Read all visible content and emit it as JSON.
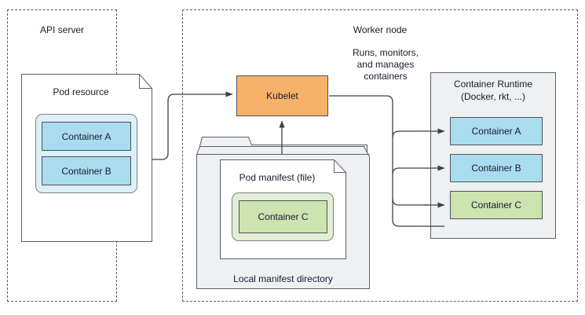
{
  "diagram": {
    "title": "Kubernetes static pod / kubelet diagram",
    "colors": {
      "pod_wrapper_blue": "#dcf0f8",
      "container_blue": "#a8dcee",
      "pod_wrapper_green": "#e2efd5",
      "container_green": "#cde3b0",
      "kubelet_orange": "#f7b26a",
      "panel_gray": "#eff0f2",
      "stroke_dark": "#4d5358",
      "stroke_dashed": "#555a66",
      "text": "#1a1a2e",
      "white": "#ffffff"
    },
    "zones": [
      {
        "id": "api-server",
        "label": "API server"
      },
      {
        "id": "worker-node",
        "label": "Worker node"
      }
    ],
    "api_server": {
      "pod_resource": {
        "label": "Pod resource",
        "containers": [
          {
            "label": "Container A",
            "color": "#a8dcee"
          },
          {
            "label": "Container B",
            "color": "#a8dcee"
          }
        ]
      }
    },
    "worker_node": {
      "kubelet": {
        "label": "Kubelet",
        "color": "#f7b26a"
      },
      "manifest_directory": {
        "label": "Local manifest directory",
        "pod_manifest": {
          "label": "Pod manifest (file)",
          "containers": [
            {
              "label": "Container C",
              "color": "#cde3b0"
            }
          ]
        }
      },
      "container_runtime": {
        "title_line1": "Container Runtime",
        "title_line2": "(Docker, rkt, ...)",
        "containers": [
          {
            "label": "Container A",
            "color": "#a8dcee"
          },
          {
            "label": "Container B",
            "color": "#a8dcee"
          },
          {
            "label": "Container C",
            "color": "#cde3b0"
          }
        ]
      }
    },
    "edges": [
      {
        "id": "kubelet-to-runtime",
        "label_line1": "Runs, monitors,",
        "label_line2": "and manages",
        "label_line3": "containers"
      }
    ]
  }
}
